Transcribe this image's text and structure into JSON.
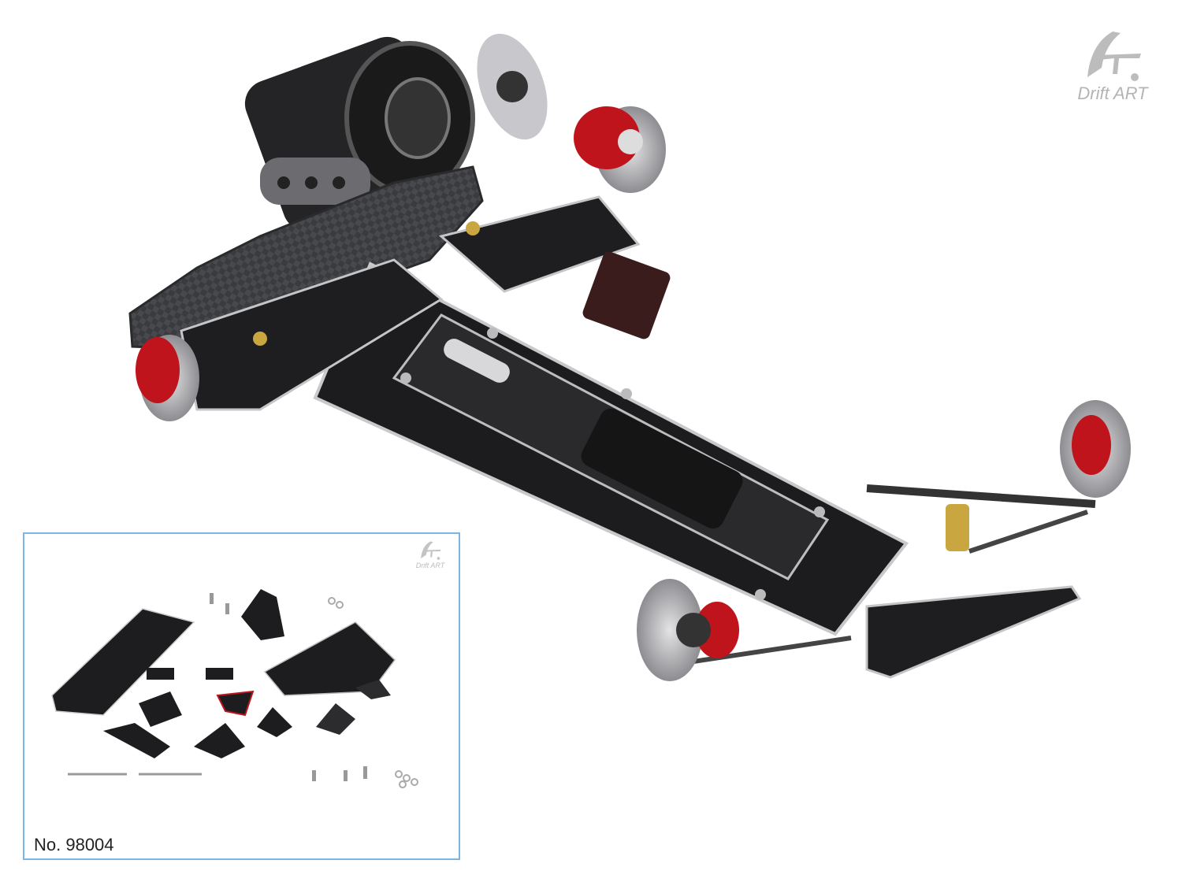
{
  "brand": {
    "logo_text": "Drift ART",
    "logo_color": "#b4b4b4"
  },
  "inset": {
    "caption": "No. 98004",
    "logo_text": "Drift ART",
    "border_color": "#7db4e6"
  },
  "colors": {
    "chassis": "#1c1c1e",
    "carbon": "#3a3b3e",
    "anodized_red": "#c0141c",
    "disc": "#b9b9bc"
  }
}
